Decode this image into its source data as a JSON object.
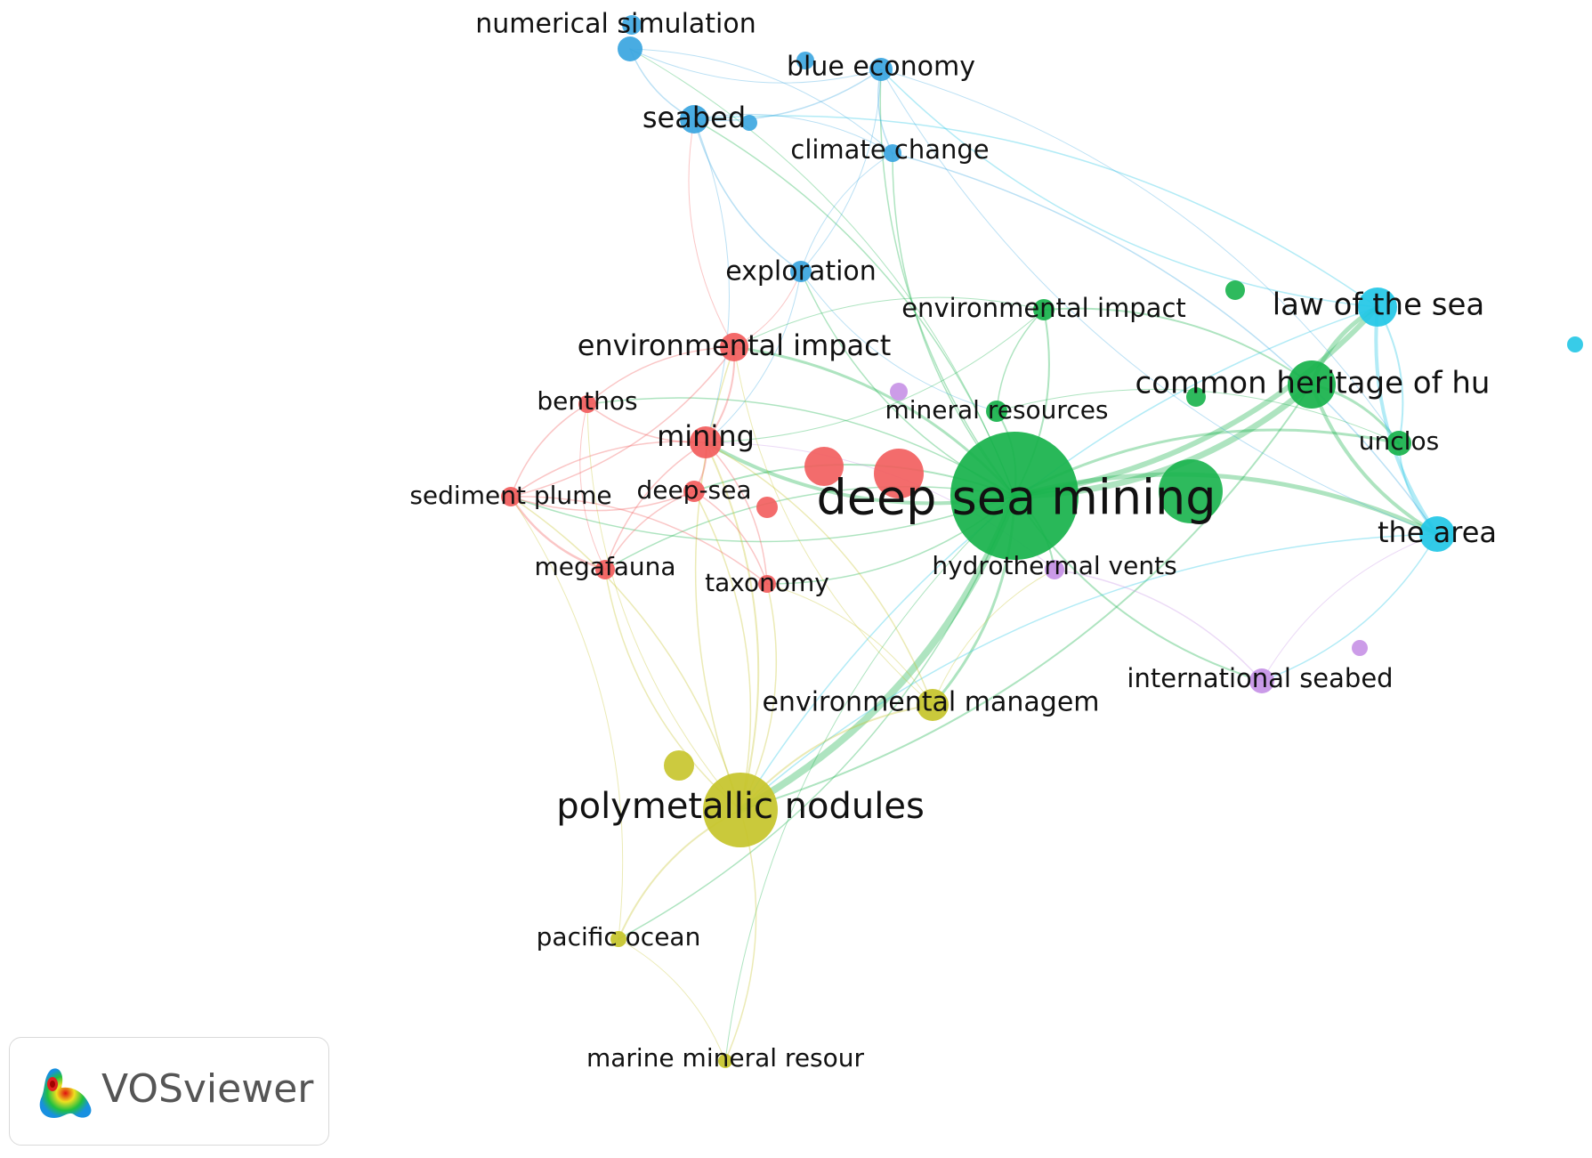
{
  "cluster_colors": {
    "red": "#f25c5c",
    "green": "#17b24b",
    "blue": "#3aa5e0",
    "cyan": "#22c7e6",
    "yellow": "#c6c42a",
    "purple": "#c691e6"
  },
  "nodes": [
    {
      "id": "n1",
      "label": "numerical simulation",
      "cluster": "blue",
      "size": 1
    },
    {
      "id": "n2",
      "label": "blue economy",
      "cluster": "blue",
      "size": 1
    },
    {
      "id": "n3",
      "label": "seabed",
      "cluster": "blue",
      "size": 2
    },
    {
      "id": "n4",
      "label": "climate change",
      "cluster": "blue",
      "size": 1
    },
    {
      "id": "n5",
      "label": "exploration",
      "cluster": "blue",
      "size": 1
    },
    {
      "id": "n6",
      "label": "environmental impact",
      "cluster": "green",
      "size": 1
    },
    {
      "id": "n7",
      "label": "law of the sea",
      "cluster": "cyan",
      "size": 3
    },
    {
      "id": "n8",
      "label": "environmental impact",
      "cluster": "red",
      "size": 2
    },
    {
      "id": "n9",
      "label": "common heritage of hu",
      "cluster": "green",
      "size": 3
    },
    {
      "id": "n10",
      "label": "benthos",
      "cluster": "red",
      "size": 1
    },
    {
      "id": "n11",
      "label": "mineral resources",
      "cluster": "green",
      "size": 1
    },
    {
      "id": "n12",
      "label": "mining",
      "cluster": "red",
      "size": 2
    },
    {
      "id": "n13",
      "label": "unclos",
      "cluster": "green",
      "size": 1
    },
    {
      "id": "n14",
      "label": "sediment plume",
      "cluster": "red",
      "size": 1
    },
    {
      "id": "n15",
      "label": "deep-sea",
      "cluster": "red",
      "size": 1
    },
    {
      "id": "n16",
      "label": "deep sea mining",
      "cluster": "green",
      "size": 10
    },
    {
      "id": "n17",
      "label": "the area",
      "cluster": "cyan",
      "size": 3
    },
    {
      "id": "n18",
      "label": "megafauna",
      "cluster": "red",
      "size": 1
    },
    {
      "id": "n19",
      "label": "taxonomy",
      "cluster": "red",
      "size": 1
    },
    {
      "id": "n20",
      "label": "hydrothermal vents",
      "cluster": "purple",
      "size": 1
    },
    {
      "id": "n21",
      "label": "international seabed",
      "cluster": "purple",
      "size": 1
    },
    {
      "id": "n22",
      "label": "environmental managem",
      "cluster": "yellow",
      "size": 2
    },
    {
      "id": "n23",
      "label": "polymetallic nodules",
      "cluster": "yellow",
      "size": 6
    },
    {
      "id": "n24",
      "label": "pacific ocean",
      "cluster": "yellow",
      "size": 1
    },
    {
      "id": "n25",
      "label": "marine mineral resour",
      "cluster": "yellow",
      "size": 1
    }
  ],
  "logo": {
    "icon": "vosviewer-density-icon",
    "text": "VOSviewer"
  }
}
